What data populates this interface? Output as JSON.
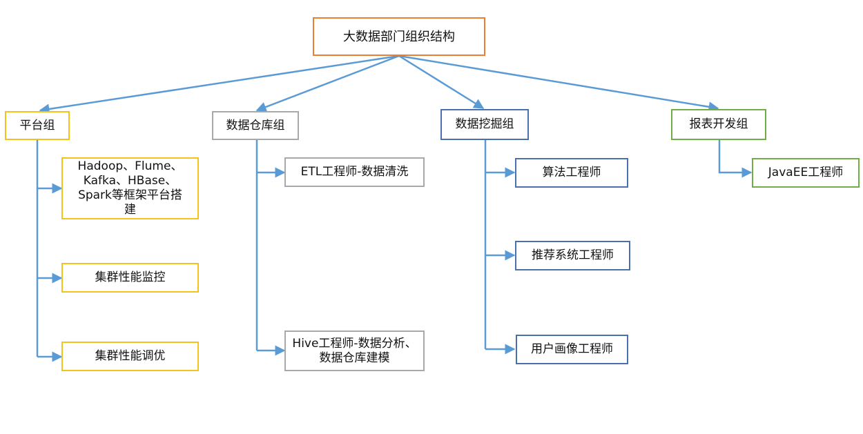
{
  "colors": {
    "connector": "#5B9BD5",
    "root_border": "#ED7D31",
    "platform_border": "#F5C21A",
    "warehouse_border": "#A8A8A8",
    "mining_border": "#4A6FAF",
    "report_border": "#70AD47"
  },
  "root": {
    "label": "大数据部门组织结构"
  },
  "groups": [
    {
      "label": "平台组",
      "children": [
        "Hadoop、Flume、\nKafka、HBase、\nSpark等框架平台搭\n建",
        "集群性能监控",
        "集群性能调优"
      ]
    },
    {
      "label": "数据仓库组",
      "children": [
        "ETL工程师-数据清洗",
        "Hive工程师-数据分析、\n数据仓库建模"
      ]
    },
    {
      "label": "数据挖掘组",
      "children": [
        "算法工程师",
        "推荐系统工程师",
        "用户画像工程师"
      ]
    },
    {
      "label": "报表开发组",
      "children": [
        "JavaEE工程师"
      ]
    }
  ]
}
